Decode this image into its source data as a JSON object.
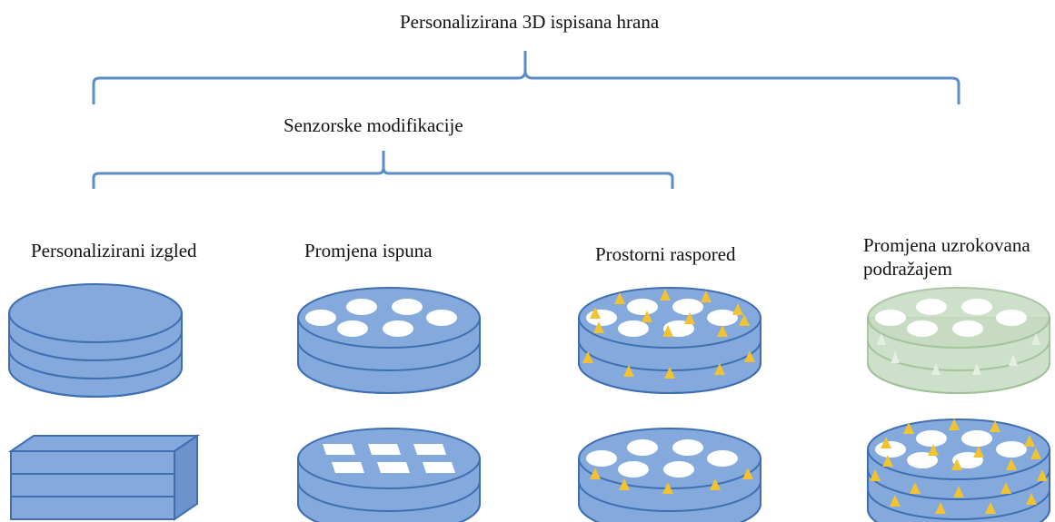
{
  "title": "Personalizirana 3D  ispisana hrana",
  "subgroup": "Senzorske modifikacije",
  "columns": [
    {
      "label": "Personalizirani izgled"
    },
    {
      "label": "Promjena ispuna"
    },
    {
      "label": "Prostorni raspored"
    },
    {
      "label_line1": "Promjena uzrokovana",
      "label_line2": "podražajem"
    }
  ],
  "colors": {
    "bracket": "#5b8dc9",
    "disc_fill": "#84a9dc",
    "disc_stroke": "#3f6fb2",
    "green_fill": "#c5dbc0",
    "green_stroke": "#9dbe95",
    "triangle": "#f2c230",
    "hole": "#ffffff"
  }
}
